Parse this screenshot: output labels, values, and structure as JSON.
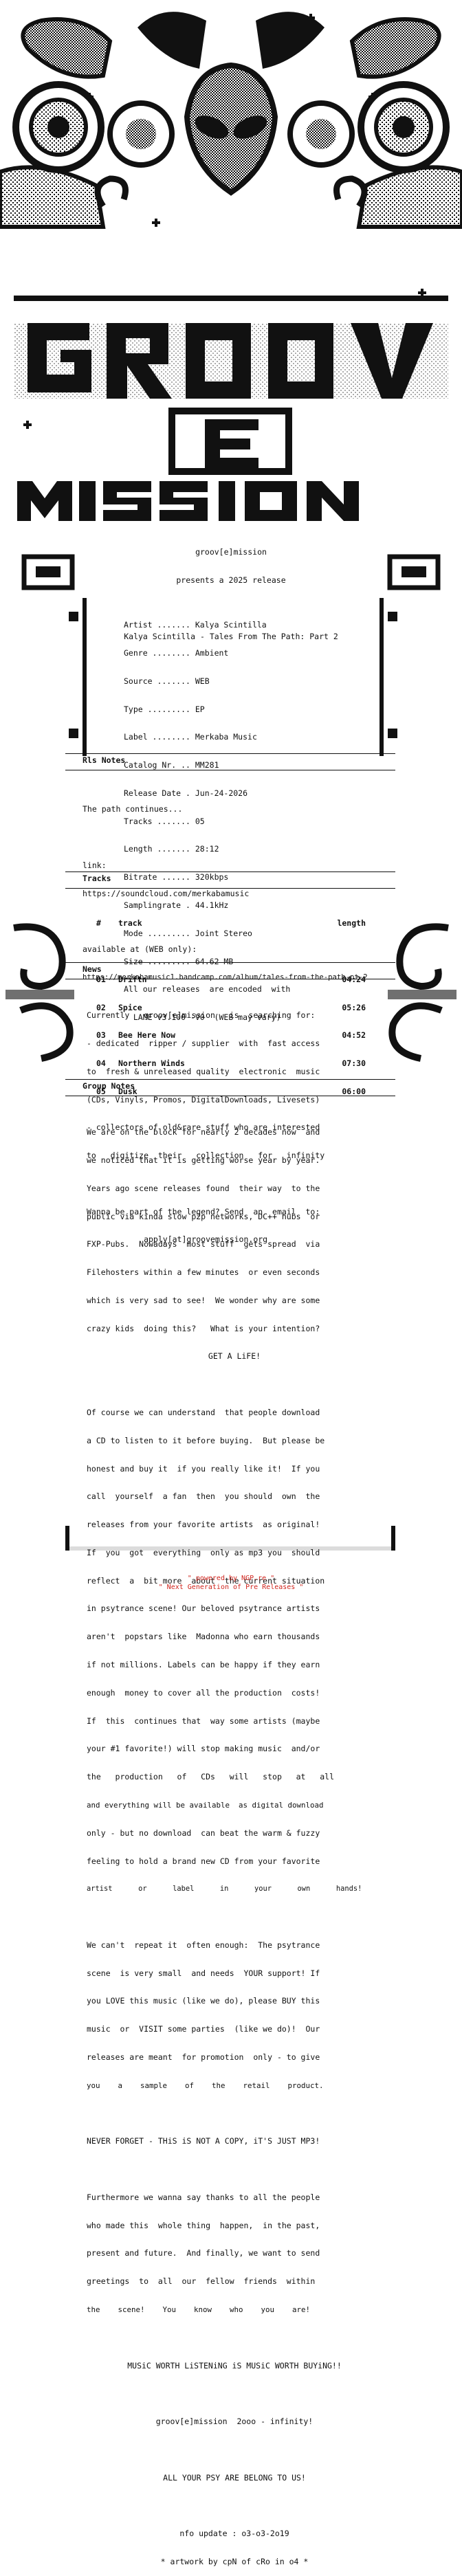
{
  "header": {
    "group": "groov[e]mission",
    "presents": "presents a 2025 release",
    "release_title": "Kalya Scintilla - Tales From The Path: Part 2"
  },
  "info": [
    {
      "key": "Artist .......",
      "value": "Kalya Scintilla"
    },
    {
      "key": "Genre ........",
      "value": "Ambient"
    },
    {
      "key": "Source .......",
      "value": "WEB"
    },
    {
      "key": "Type .........",
      "value": "EP"
    },
    {
      "key": "Label ........",
      "value": "Merkaba Music"
    },
    {
      "key": "Catalog Nr. ..",
      "value": "MM281"
    },
    {
      "key": "Release Date .",
      "value": "Jun-24-2026"
    },
    {
      "key": "Tracks .......",
      "value": "05"
    },
    {
      "key": "Length .......",
      "value": "28:12"
    },
    {
      "key": "Bitrate ......",
      "value": "320kbps"
    },
    {
      "key": "Samplingrate .",
      "value": "44.1kHz"
    },
    {
      "key": "Mode .........",
      "value": "Joint Stereo"
    },
    {
      "key": "Size .........",
      "value": "64.62 MB"
    }
  ],
  "encode_note_1": "All our releases  are encoded  with",
  "encode_note_2": "LAME v3.100 -V0  (WEB may vary)",
  "rls_notes": {
    "heading": "Rls Notes",
    "intro": "The path continues...",
    "link_label": "link:",
    "link_url": "https://soundcloud.com/merkabamusic",
    "avail_label": "available at (WEB only):",
    "avail_url": "https://merkabamusic1.bandcamp.com/album/tales-from-the-path-pt-2"
  },
  "tracks": {
    "heading": "Tracks",
    "col_num": "#",
    "col_track": "track",
    "col_length": "length",
    "rows": [
      {
        "num": "01",
        "title": "Driftn'",
        "length": "04:24"
      },
      {
        "num": "02",
        "title": "Spice",
        "length": "05:26"
      },
      {
        "num": "03",
        "title": "Bee Here Now",
        "length": "04:52"
      },
      {
        "num": "04",
        "title": "Northern Winds",
        "length": "07:30"
      },
      {
        "num": "05",
        "title": "Dusk",
        "length": "06:00"
      }
    ]
  },
  "news": {
    "heading": "News",
    "lines": [
      "Currently   groov[e]mission   is  searching for:",
      "- dedicated  ripper / supplier  with  fast access",
      "to  fresh & unreleased quality  electronic  music",
      "(CDs, Vinyls, Promos, DigitalDownloads, Livesets)",
      "- collectors of old&rare stuff who are interested",
      "to   digitize  their   collection   for   infinity"
    ],
    "contact_1": "Wanna be part of the legend? Send  an  email  to:",
    "contact_2": "apply[at]groovemission.org"
  },
  "group_notes": {
    "heading": "Group Notes",
    "p1": [
      "We are on the block for nearly 2 decades now  and",
      "we noticed that it is getting worse year by year.",
      "Years ago scene releases found  their way  to the",
      "public via kinda slow p2p networks, DC++ hubs  or",
      "FXP-Pubs.  Nowadays  most stuff  gets spread  via",
      "Filehosters within a few minutes  or even seconds",
      "which is very sad to see!  We wonder why are some",
      "crazy kids  doing this?   What is your intention?"
    ],
    "p1_end": "GET A LiFE!",
    "p2": [
      "Of course we can understand  that people download",
      "a CD to listen to it before buying.  But please be",
      "honest and buy it  if you really like it!  If you",
      "call  yourself  a fan  then  you should  own  the",
      "releases from your favorite artists  as original!",
      "If  you  got  everything  only as mp3 you  should",
      "reflect  a  bit more  about  the current situation",
      "in psytrance scene! Our beloved psytrance artists",
      "aren't  popstars like  Madonna who earn thousands",
      "if not millions. Labels can be happy if they earn",
      "enough  money to cover all the production  costs!",
      "If  this  continues that  way some artists (maybe",
      "your #1 favorite!) will stop making music  and/or",
      "the   production   of   CDs   will   stop   at   all",
      "and everything will be available  as digital download",
      "only - but no download  can beat the warm & fuzzy",
      "feeling to hold a brand new CD from your favorite",
      "artist      or      label      in      your      own      hands!"
    ],
    "p3": [
      "We can't  repeat it  often enough:  The psytrance",
      "scene  is very small  and needs  YOUR support! If",
      "you LOVE this music (like we do), please BUY this",
      "music  or  VISIT some parties  (like we do)!  Our",
      "releases are meant  for promotion  only - to give",
      "you    a    sample    of    the    retail    product."
    ],
    "never_forget": "NEVER FORGET - THiS iS NOT A COPY, iT'S JUST MP3!",
    "p4": [
      "Furthermore we wanna say thanks to all the people",
      "who made this  whole thing  happen,  in the past,",
      "present and future.  And finally, we want to send",
      "greetings  to  all  our  fellow  friends  within",
      "the    scene!    You    know    who    you    are!"
    ],
    "slogan": "MUSiC WORTH LiSTENiNG iS MUSiC WORTH BUYiNG!!",
    "since": "groov[e]mission  2ooo - infinity!",
    "all_your": "ALL YOUR PSY ARE BELONG TO US!",
    "nfo_update": "nfo update : o3-o3-2o19",
    "artwork": "* artwork by cpN of cRo in o4 *"
  },
  "footer": {
    "powered": "\" powered by NGP.re \"",
    "next_gen": "\" Next Generation of Pre Releases \""
  }
}
